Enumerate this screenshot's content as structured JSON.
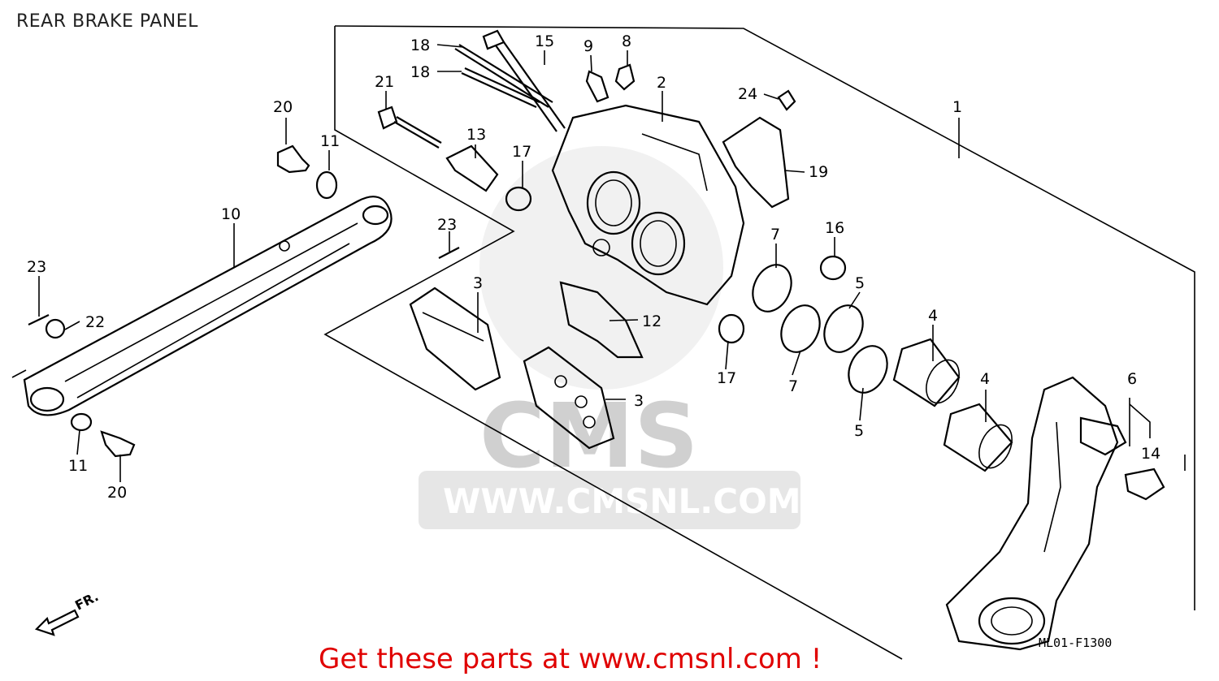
{
  "header": {
    "title": "REAR BRAKE PANEL"
  },
  "watermark": {
    "brand": "CMS",
    "url": "WWW.CMSNL.COM"
  },
  "diagram": {
    "code": "ML01-F1300",
    "direction": "FR.",
    "labels": {
      "p1": "1",
      "p2": "2",
      "p3a": "3",
      "p3b": "3",
      "p4a": "4",
      "p4b": "4",
      "p5a": "5",
      "p5b": "5",
      "p6": "6",
      "p7a": "7",
      "p7b": "7",
      "p8": "8",
      "p9": "9",
      "p10": "10",
      "p11a": "11",
      "p11b": "11",
      "p12": "12",
      "p13": "13",
      "p14": "14",
      "p15": "15",
      "p16": "16",
      "p17a": "17",
      "p17b": "17",
      "p18a": "18",
      "p18b": "18",
      "p19": "19",
      "p20a": "20",
      "p20b": "20",
      "p21": "21",
      "p22": "22",
      "p23a": "23",
      "p23b": "23",
      "p24": "24"
    }
  },
  "footer": {
    "cta": "Get these parts at www.cmsnl.com !"
  }
}
